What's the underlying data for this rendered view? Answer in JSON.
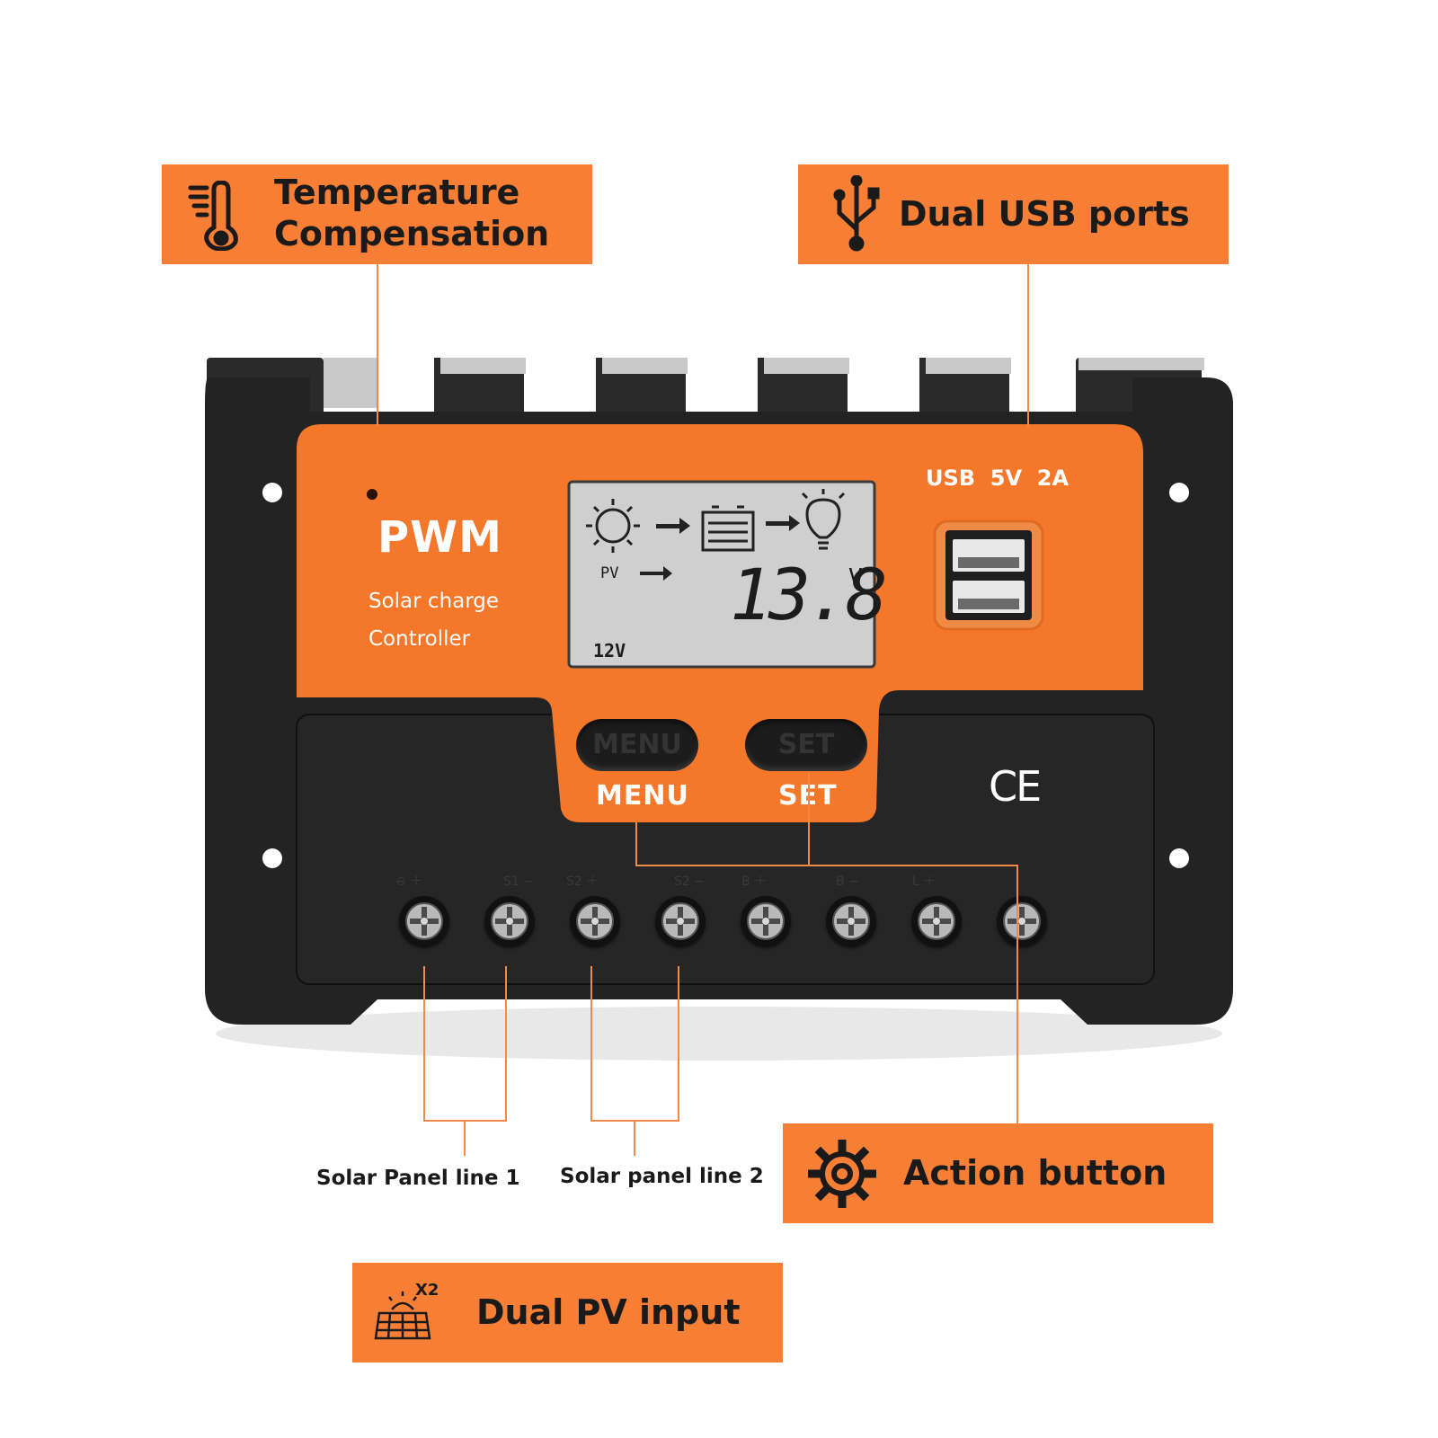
{
  "callouts": {
    "temperature": {
      "line1": "Temperature",
      "line2": "Compensation",
      "icon": "thermometer-icon"
    },
    "usb": {
      "label": "Dual USB ports",
      "icon": "usb-icon"
    },
    "action": {
      "label": "Action button",
      "icon": "gear-icon"
    },
    "pv": {
      "label": "Dual PV input",
      "icon": "solar-panel-icon",
      "badge": "X2"
    }
  },
  "device": {
    "brand": "PWM",
    "subtitle_line1": "Solar charge",
    "subtitle_line2": "Controller",
    "usb_rating": "USB  5V  2A",
    "lcd": {
      "reading": "13.8",
      "unit": "V",
      "pv_label": "PV",
      "system_voltage": "12V"
    },
    "buttons": {
      "menu": "MENU",
      "set": "SET"
    },
    "ce_mark": "CE",
    "terminal_count": 8
  },
  "labels": {
    "panel1": "Solar Panel line 1",
    "panel2": "Solar panel line 2"
  },
  "colors": {
    "accent_orange": "#f77f35",
    "device_orange": "#f5772a",
    "housing": "#222222",
    "lcd": "#cfcfcf"
  }
}
